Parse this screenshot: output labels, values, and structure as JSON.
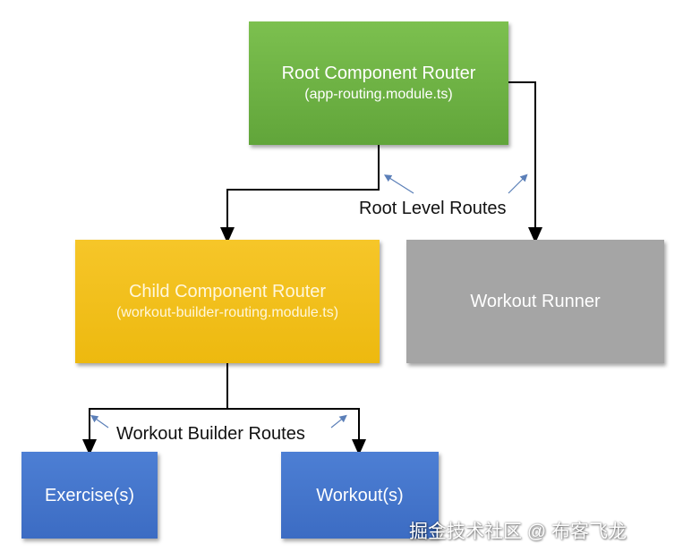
{
  "diagram": {
    "nodes": {
      "root": {
        "title": "Root Component Router",
        "subtitle": "(app-routing.module.ts)"
      },
      "child": {
        "title": "Child Component Router",
        "subtitle": "(workout-builder-routing.module.ts)"
      },
      "runner": {
        "title": "Workout Runner"
      },
      "exercise": {
        "title": "Exercise(s)"
      },
      "workout": {
        "title": "Workout(s)"
      }
    },
    "labels": {
      "root_routes": "Root Level Routes",
      "builder_routes": "Workout Builder Routes"
    },
    "edges": [
      {
        "from": "root",
        "to": "child"
      },
      {
        "from": "root",
        "to": "runner"
      },
      {
        "from": "child",
        "to": "exercise"
      },
      {
        "from": "child",
        "to": "workout"
      }
    ],
    "colors": {
      "root": "#6db043",
      "child": "#f2c01c",
      "runner": "#a5a5a5",
      "leaf": "#4472c4",
      "connector": "#000000",
      "callout": "#5b7fb8"
    }
  },
  "watermark": "掘金技术社区 @ 布客飞龙"
}
